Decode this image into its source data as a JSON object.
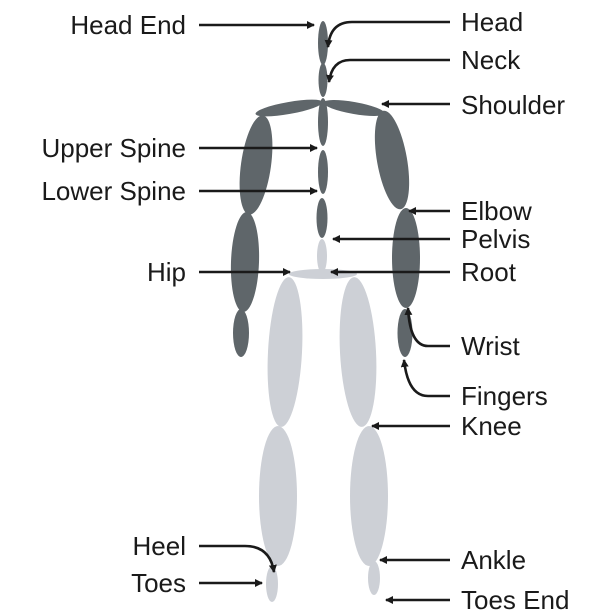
{
  "labels": {
    "head_end": "Head End",
    "head": "Head",
    "neck": "Neck",
    "shoulder": "Shoulder",
    "upper_spine": "Upper Spine",
    "lower_spine": "Lower Spine",
    "elbow": "Elbow",
    "pelvis": "Pelvis",
    "hip": "Hip",
    "root": "Root",
    "wrist": "Wrist",
    "fingers": "Fingers",
    "knee": "Knee",
    "heel": "Heel",
    "ankle": "Ankle",
    "toes": "Toes",
    "toes_end": "Toes End"
  },
  "colors": {
    "upper_body": "#5f666a",
    "lower_body": "#cdd0d6",
    "arrows": "#1a1a1a"
  }
}
